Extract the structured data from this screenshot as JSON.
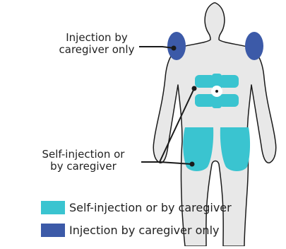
{
  "colors": {
    "body_fill": "#e8e8e8",
    "body_outline": "#1a1a1a",
    "self_injection": "#3ac4d0",
    "caregiver_only": "#3c5aa8",
    "text": "#222222"
  },
  "callouts": {
    "caregiver_only": [
      "Injection by",
      "caregiver only"
    ],
    "self_or_caregiver": [
      "Self-injection or",
      "by caregiver"
    ]
  },
  "legend": [
    {
      "label": "Self-injection or by caregiver",
      "color": "#3ac4d0"
    },
    {
      "label": "Injection by caregiver only",
      "color": "#3c5aa8"
    }
  ]
}
